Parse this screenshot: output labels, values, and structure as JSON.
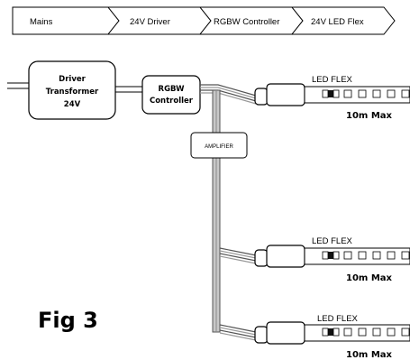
{
  "flow": {
    "steps": [
      "Mains",
      "24V Driver",
      "RGBW Controller",
      "24V LED Flex"
    ]
  },
  "driver": {
    "line1": "Driver",
    "line2": "Transformer",
    "line3": "24V"
  },
  "controller": {
    "line1": "RGBW",
    "line2": "Controller"
  },
  "amplifier": {
    "label": "AMPLIFIER"
  },
  "strips": [
    {
      "label": "LED FLEX",
      "max": "10m Max"
    },
    {
      "label": "LED FLEX",
      "max": "10m Max"
    },
    {
      "label": "LED FLEX",
      "max": "10m Max"
    }
  ],
  "figure": {
    "label": "Fig 3"
  },
  "colors": {
    "stroke": "#000000",
    "cable": "#7a7a7a",
    "cable_light": "#c8c8c8",
    "background": "#ffffff"
  }
}
